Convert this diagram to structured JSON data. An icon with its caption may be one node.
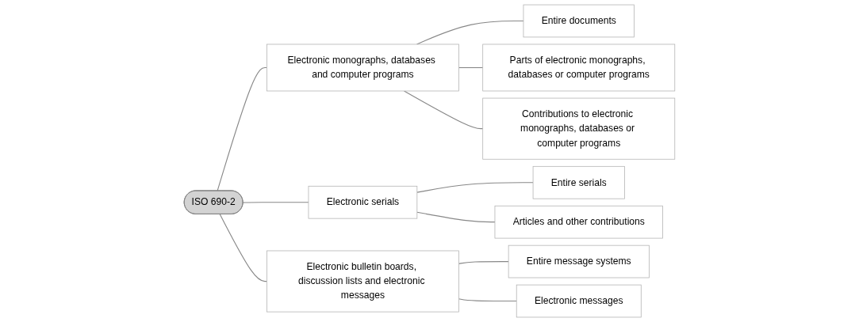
{
  "diagram": {
    "nodes": [
      {
        "text": [
          "ISO 690-2"
        ]
      },
      {
        "text": [
          "Electronic monographs, databases and computer programs"
        ]
      },
      {
        "text": [
          "Entire documents"
        ]
      },
      {
        "text": [
          "Parts of electronic monographs, databases or computer programs"
        ]
      },
      {
        "text": [
          "Contributions to electronic monographs, databases or computer programs"
        ]
      },
      {
        "text": [
          "Electronic serials"
        ]
      },
      {
        "text": [
          "Entire serials"
        ]
      },
      {
        "text": [
          "Articles and other contributions"
        ]
      },
      {
        "text": [
          "Electronic bulletin boards, discussion lists and electronic messages"
        ]
      },
      {
        "text": [
          "Entire message systems"
        ]
      },
      {
        "text": [
          "Electronic messages"
        ]
      }
    ],
    "edges": [
      {
        "from": 0,
        "to": 1,
        "arrow": "none"
      },
      {
        "from": 1,
        "to": 2,
        "arrow": "none"
      },
      {
        "from": 1,
        "to": 3,
        "arrow": "none"
      },
      {
        "from": 1,
        "to": 4,
        "arrow": "none"
      },
      {
        "from": 0,
        "to": 5,
        "arrow": "none"
      },
      {
        "from": 5,
        "to": 6,
        "arrow": "none"
      },
      {
        "from": 5,
        "to": 7,
        "arrow": "none"
      },
      {
        "from": 0,
        "to": 8,
        "arrow": "none"
      },
      {
        "from": 8,
        "to": 9,
        "arrow": "none"
      },
      {
        "from": 8,
        "to": 10,
        "arrow": "none"
      }
    ]
  }
}
